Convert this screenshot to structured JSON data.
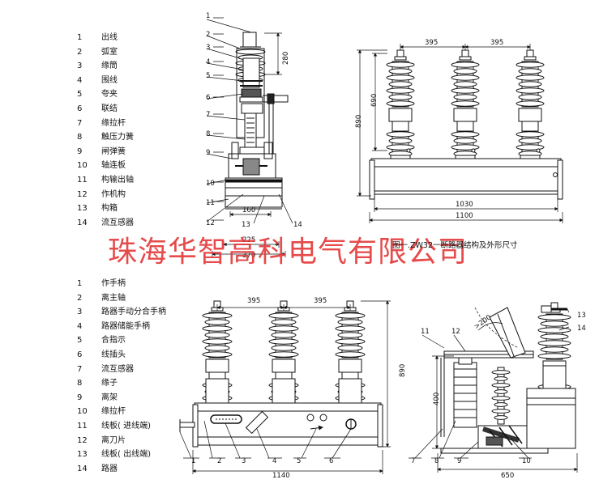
{
  "legend_top": [
    {
      "n": "1",
      "t": "出线"
    },
    {
      "n": "2",
      "t": "弧室"
    },
    {
      "n": "3",
      "t": "缘筒"
    },
    {
      "n": "4",
      "t": "围线"
    },
    {
      "n": "5",
      "t": "夸夹"
    },
    {
      "n": "6",
      "t": "联结"
    },
    {
      "n": "7",
      "t": "缘拉杆"
    },
    {
      "n": "8",
      "t": "触压力簧"
    },
    {
      "n": "9",
      "t": "闸弹簧"
    },
    {
      "n": "10",
      "t": "轴连板"
    },
    {
      "n": "11",
      "t": "构输出轴"
    },
    {
      "n": "12",
      "t": "作机构"
    },
    {
      "n": "13",
      "t": "构箱"
    },
    {
      "n": "14",
      "t": "流互感器"
    }
  ],
  "legend_bottom": [
    {
      "n": "1",
      "t": "作手柄"
    },
    {
      "n": "2",
      "t": "离主轴"
    },
    {
      "n": "3",
      "t": "路器手动分合手柄"
    },
    {
      "n": "4",
      "t": "路器储能手柄"
    },
    {
      "n": "5",
      "t": "合指示"
    },
    {
      "n": "6",
      "t": "线插头"
    },
    {
      "n": "7",
      "t": "流互感器"
    },
    {
      "n": "8",
      "t": "缘子"
    },
    {
      "n": "9",
      "t": "离架"
    },
    {
      "n": "10",
      "t": "缘拉杆"
    },
    {
      "n": "11",
      "t": "线板(  进线端)"
    },
    {
      "n": "12",
      "t": "离刀片"
    },
    {
      "n": "13",
      "t": "线板(  出线端)"
    },
    {
      "n": "14",
      "t": "路器"
    }
  ],
  "watermark": "珠海华智高科电气有限公司",
  "caption": "图一.ZW32一断路器结构及外形尺寸",
  "dims": {
    "d280": "280",
    "d160": "160",
    "d225": "225",
    "d370": "370",
    "d395a": "395",
    "d395b": "395",
    "d690": "690",
    "d890": "890",
    "d1030": "1030",
    "d1100": "1100",
    "d395c": "395",
    "d395d": "395",
    "d890b": "890",
    "d1140": "1140",
    "d400": "400",
    "d650": "650",
    "d200": ">200"
  },
  "callouts_side": [
    "1",
    "2",
    "3",
    "4",
    "5",
    "6",
    "7",
    "8",
    "9",
    "10",
    "11",
    "12",
    "13",
    "14"
  ],
  "callouts_bottom": [
    "1",
    "2",
    "3",
    "4",
    "5",
    "6"
  ],
  "callouts_right": [
    "11",
    "12",
    "13",
    "14",
    "7",
    "8",
    "9",
    "10"
  ]
}
